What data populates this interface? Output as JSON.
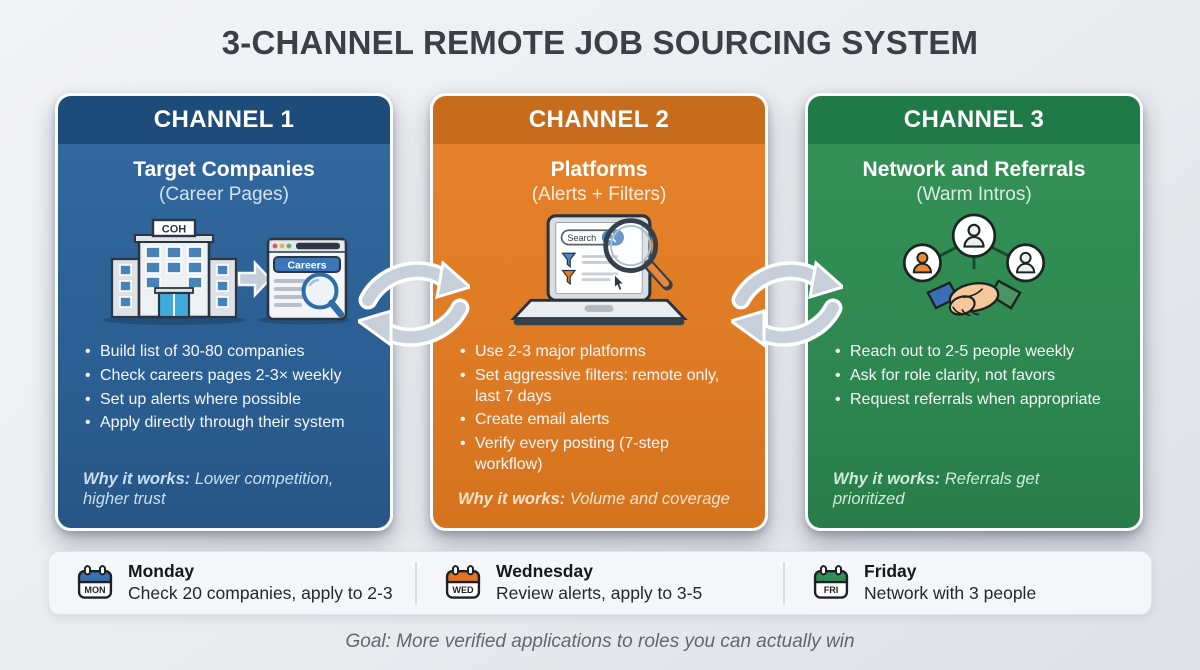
{
  "title": "3-CHANNEL REMOTE JOB SOURCING SYSTEM",
  "channels": [
    {
      "header": "CHANNEL 1",
      "name": "Target Companies",
      "subtitle": "(Career Pages)",
      "icon": "building-careers-icon",
      "bullets": [
        "Build list of 30-80 companies",
        "Check careers pages 2-3× weekly",
        "Set up alerts where possible",
        "Apply directly through their system"
      ],
      "why_label": "Why it works:",
      "why": "Lower competition, higher trust",
      "color_header": "#1d4c7b",
      "color_body": "#2b5e92"
    },
    {
      "header": "CHANNEL 2",
      "name": "Platforms",
      "subtitle": "(Alerts + Filters)",
      "icon": "laptop-search-icon",
      "bullets": [
        "Use 2-3 major platforms",
        "Set aggressive filters: remote only, last 7 days",
        "Create email alerts",
        "Verify every posting (7-step workflow)"
      ],
      "why_label": "Why it works:",
      "why": "Volume and coverage",
      "color_header": "#c76c1d",
      "color_body": "#de7a24"
    },
    {
      "header": "CHANNEL 3",
      "name": "Network and Referrals",
      "subtitle": "(Warm Intros)",
      "icon": "network-handshake-icon",
      "bullets": [
        "Reach out to 2-5 people weekly",
        "Ask for role clarity, not favors",
        "Request referrals when appropriate"
      ],
      "why_label": "Why it works:",
      "why": "Referrals get prioritized",
      "color_header": "#1f7a47",
      "color_body": "#2e8750"
    }
  ],
  "icon_labels": {
    "company_sign": "COH",
    "careers_banner": "Careers",
    "search_placeholder": "Search"
  },
  "schedule": [
    {
      "abbr": "MON",
      "day": "Monday",
      "task": "Check 20 companies, apply to 2-3",
      "accent": "#3a6fb0"
    },
    {
      "abbr": "WED",
      "day": "Wednesday",
      "task": "Review alerts, apply to 3-5",
      "accent": "#e2731f"
    },
    {
      "abbr": "FRI",
      "day": "Friday",
      "task": "Network with 3 people",
      "accent": "#2f8f55"
    }
  ],
  "goal": "Goal: More verified applications to roles you can actually win"
}
